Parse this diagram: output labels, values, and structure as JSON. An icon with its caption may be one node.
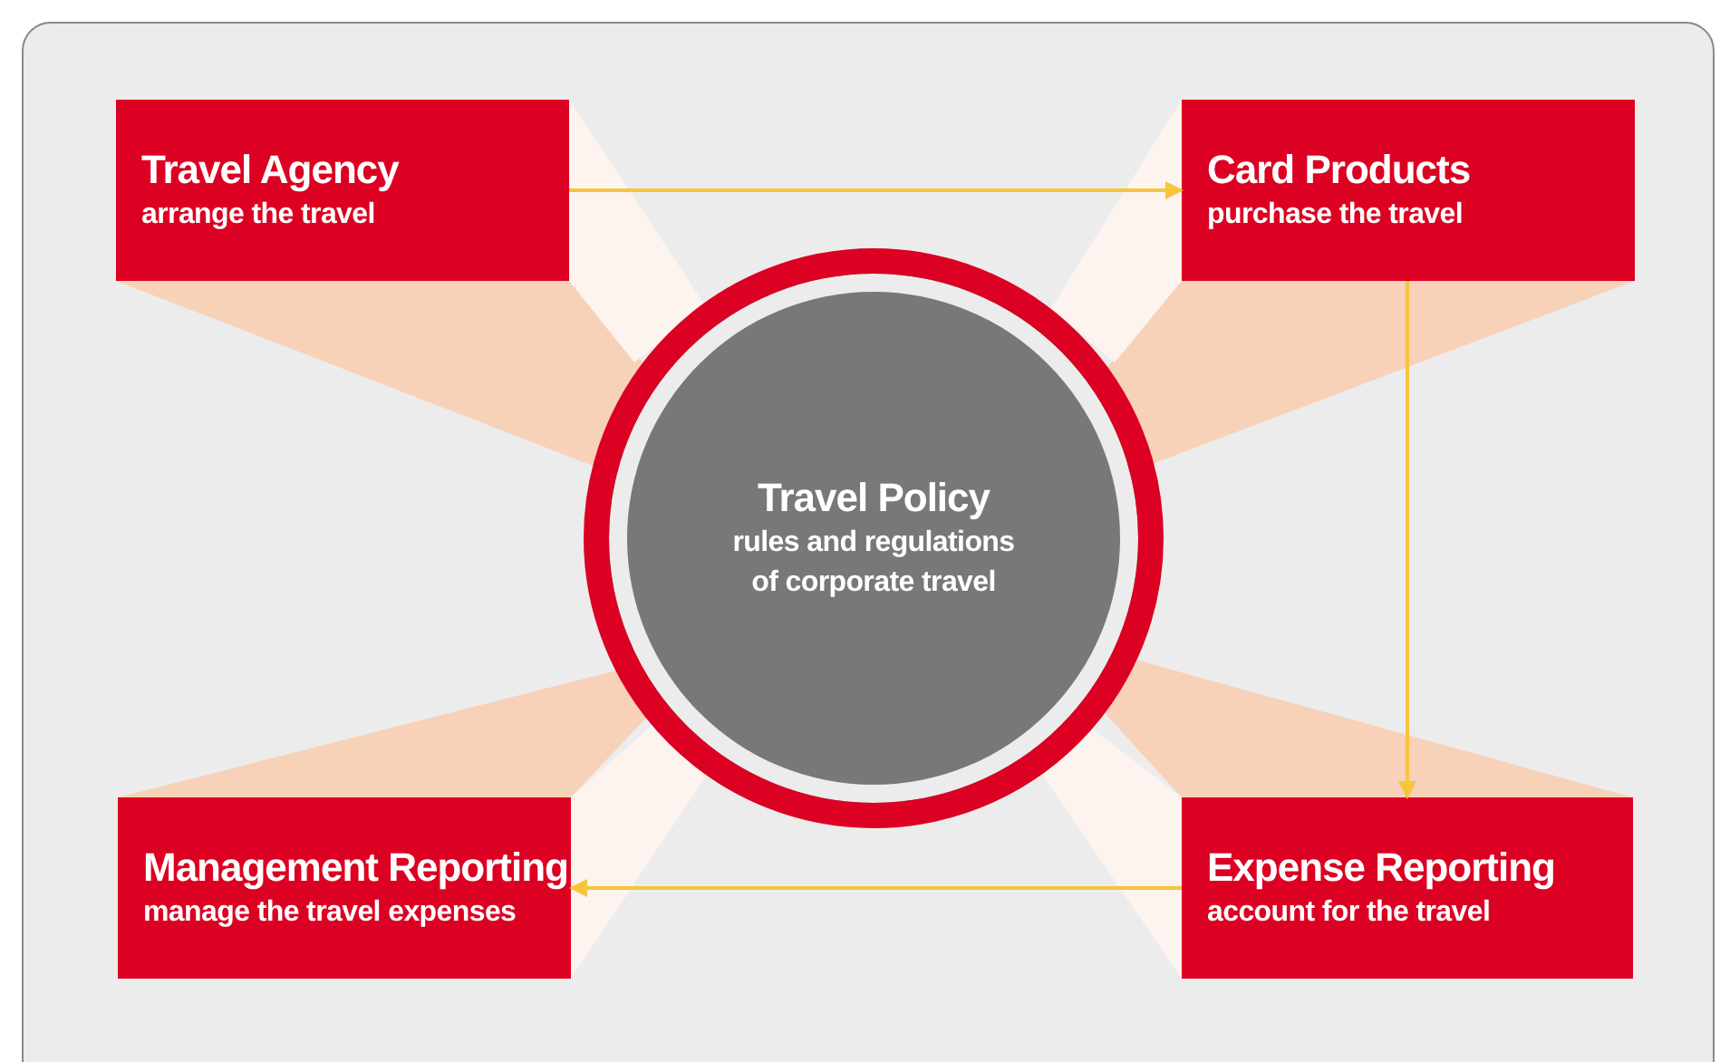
{
  "diagram": {
    "nodes": [
      {
        "text": [
          "Travel Agency",
          "arrange the travel"
        ]
      },
      {
        "text": [
          "Card Products",
          "purchase the travel"
        ]
      },
      {
        "text": [
          "Travel Policy",
          "rules and regulations of corporate travel"
        ]
      },
      {
        "text": [
          "Management Reporting",
          "manage the travel expenses"
        ]
      },
      {
        "text": [
          "Expense Reporting",
          "account for the travel"
        ]
      }
    ],
    "edges": [
      {
        "from": 0,
        "to": 1,
        "arrow": "to"
      },
      {
        "from": 1,
        "to": 4,
        "arrow": "to"
      },
      {
        "from": 4,
        "to": 3,
        "arrow": "to"
      }
    ]
  }
}
